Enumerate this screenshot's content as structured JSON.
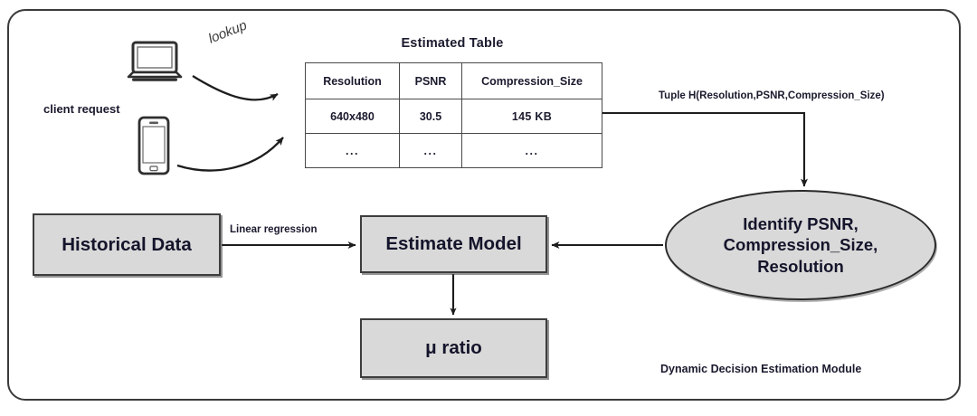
{
  "module": {
    "caption": "Dynamic Decision Estimation Module"
  },
  "clients": {
    "label": "client request",
    "devices": [
      {
        "name": "laptop-icon"
      },
      {
        "name": "phone-icon"
      }
    ],
    "lookup_label": "lookup"
  },
  "estimated_table": {
    "title": "Estimated Table",
    "columns": [
      "Resolution",
      "PSNR",
      "Compression_Size"
    ],
    "rows": [
      [
        "640x480",
        "30.5",
        "145 KB"
      ],
      [
        "...",
        "...",
        "..."
      ]
    ]
  },
  "edges": {
    "tuple_label": "Tuple H(Resolution,PSNR,Compression_Size)",
    "linear_regression_label": "Linear regression"
  },
  "nodes": {
    "historical_data": "Historical Data",
    "estimate_model": "Estimate Model",
    "mu_ratio": "μ  ratio",
    "identify": "Identify PSNR,\nCompression_Size,\nResolution",
    "identify_lines": [
      "Identify PSNR,",
      "Compression_Size,",
      "Resolution"
    ]
  },
  "colors": {
    "box_fill": "#d9d9d9",
    "box_stroke": "#3d3d3d",
    "frame_stroke": "#3a3a3a",
    "text": "#14142b",
    "page_bg": "#ffffff"
  }
}
